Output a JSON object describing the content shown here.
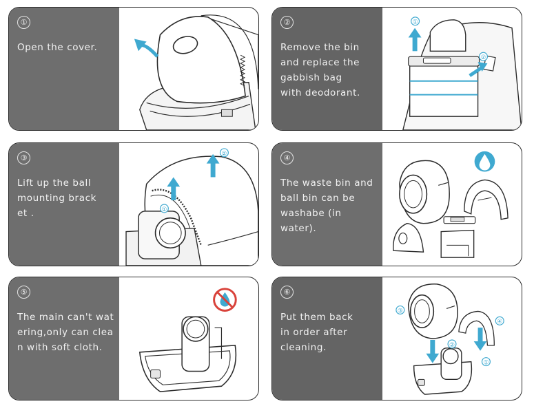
{
  "colors": {
    "accent": "#3fa9d0",
    "panel": "#6e6e6e",
    "prohibit": "#d9423a"
  },
  "steps": [
    {
      "num": "①",
      "text": "Open the cover."
    },
    {
      "num": "②",
      "text": "Remove the bin\nand replace the\ngabbish bag\nwith deodorant.",
      "callouts": [
        "①",
        "②"
      ]
    },
    {
      "num": "③",
      "text": "Lift up the ball\nmounting brack\net .",
      "callouts": [
        "①",
        "②"
      ]
    },
    {
      "num": "④",
      "text": "The waste bin and\nball bin can be\nwashabe (in\nwater)."
    },
    {
      "num": "⑤",
      "text": "The main can't wat\nering,only can clea\nn with soft cloth."
    },
    {
      "num": "⑥",
      "text": "Put them back\nin order after\ncleaning.",
      "callouts": [
        "③",
        "④",
        "②",
        "①"
      ]
    }
  ]
}
